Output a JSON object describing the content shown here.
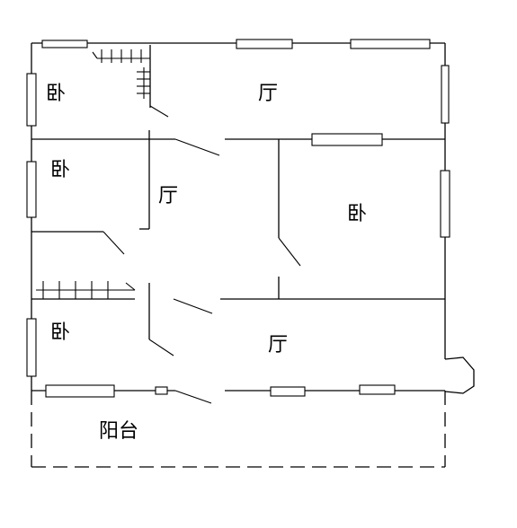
{
  "rooms": {
    "bedroom_top_left": "卧",
    "living_top": "厅",
    "bedroom_mid_left": "卧",
    "living_middle": "厅",
    "bedroom_right": "卧",
    "bedroom_bottom_left": "卧",
    "living_bottom": "厅",
    "balcony": "阳台"
  }
}
